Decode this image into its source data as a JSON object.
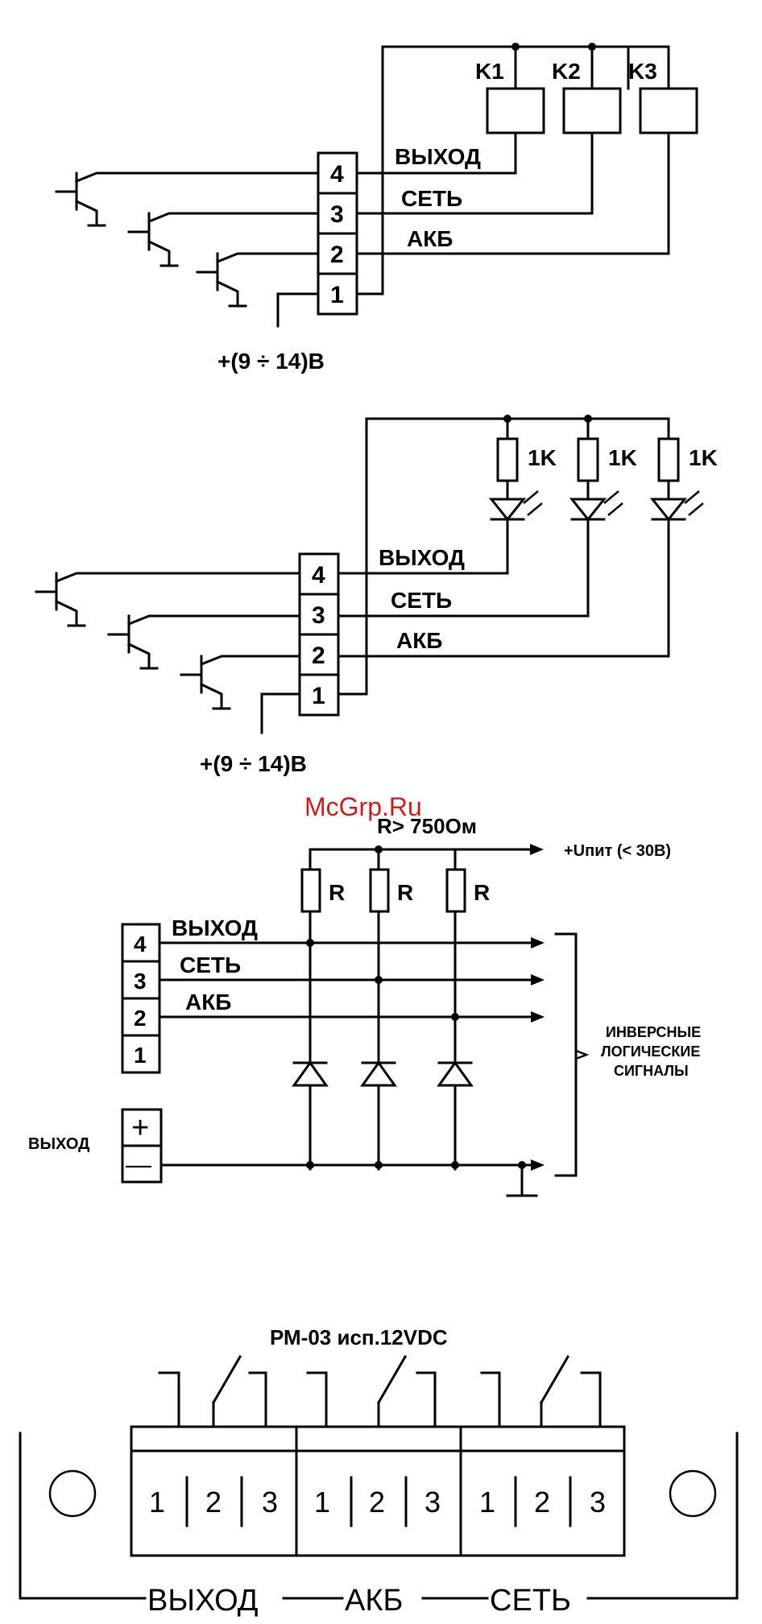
{
  "watermark": "McGrp.Ru",
  "diagram1": {
    "relays": [
      "K1",
      "K2",
      "K3"
    ],
    "signals": [
      "ВЫХОД",
      "СЕТЬ",
      "АКБ"
    ],
    "pins": [
      "4",
      "3",
      "2",
      "1"
    ],
    "supply": "+(9 ÷ 14)В"
  },
  "diagram2": {
    "resistors": [
      "1K",
      "1K",
      "1K"
    ],
    "signals": [
      "ВЫХОД",
      "СЕТЬ",
      "АКБ"
    ],
    "pins": [
      "4",
      "3",
      "2",
      "1"
    ],
    "supply": "+(9 ÷ 14)В"
  },
  "diagram3": {
    "resistor_note": "R> 750Ом",
    "supply": "+Uпит (< 30В)",
    "resistors": [
      "R",
      "R",
      "R"
    ],
    "signals": [
      "ВЫХОД",
      "СЕТЬ",
      "АКБ"
    ],
    "pins": [
      "4",
      "3",
      "2",
      "1"
    ],
    "output_label": "ВЫХОД",
    "plus": "+",
    "minus": "—",
    "bracket_lines": [
      "ИНВЕРСНЫЕ",
      "ЛОГИЧЕСКИЕ",
      "СИГНАЛЫ"
    ]
  },
  "diagram4": {
    "title": "РМ-03 исп.12VDC",
    "groups": [
      "ВЫХОД",
      "АКБ",
      "СЕТЬ"
    ],
    "terminals": [
      "1",
      "2",
      "3",
      "1",
      "2",
      "3",
      "1",
      "2",
      "3"
    ]
  }
}
